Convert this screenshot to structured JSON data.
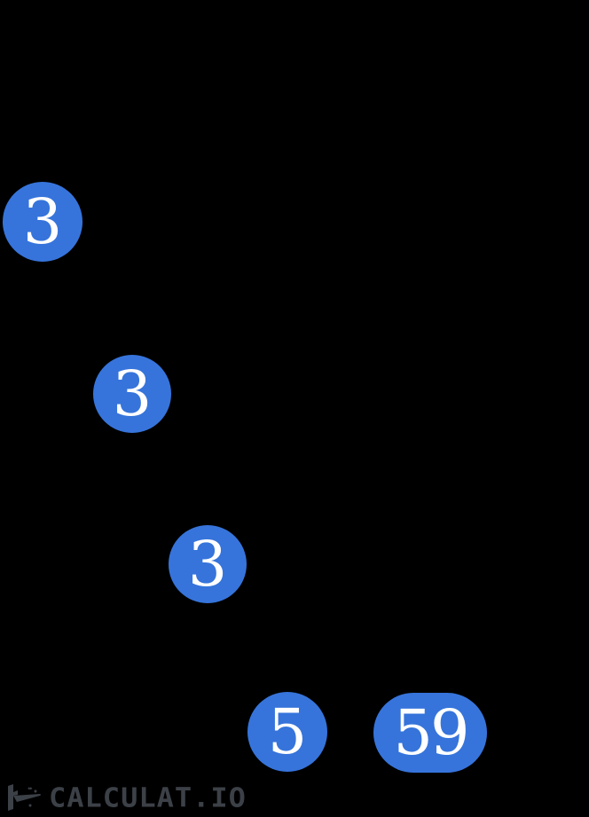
{
  "diagram": {
    "type": "factor-tree",
    "background": "#000000",
    "node_fill": "#3674db",
    "node_text_color": "#ffffff",
    "nodes": [
      {
        "value": "3",
        "shape": "circle"
      },
      {
        "value": "3",
        "shape": "circle"
      },
      {
        "value": "3",
        "shape": "circle"
      },
      {
        "value": "5",
        "shape": "circle"
      },
      {
        "value": "59",
        "shape": "pill"
      }
    ]
  },
  "watermark": {
    "brand": "CALCULAT.IO",
    "color": "#3c4047",
    "icon": "paper-plane-sparkles-icon"
  }
}
